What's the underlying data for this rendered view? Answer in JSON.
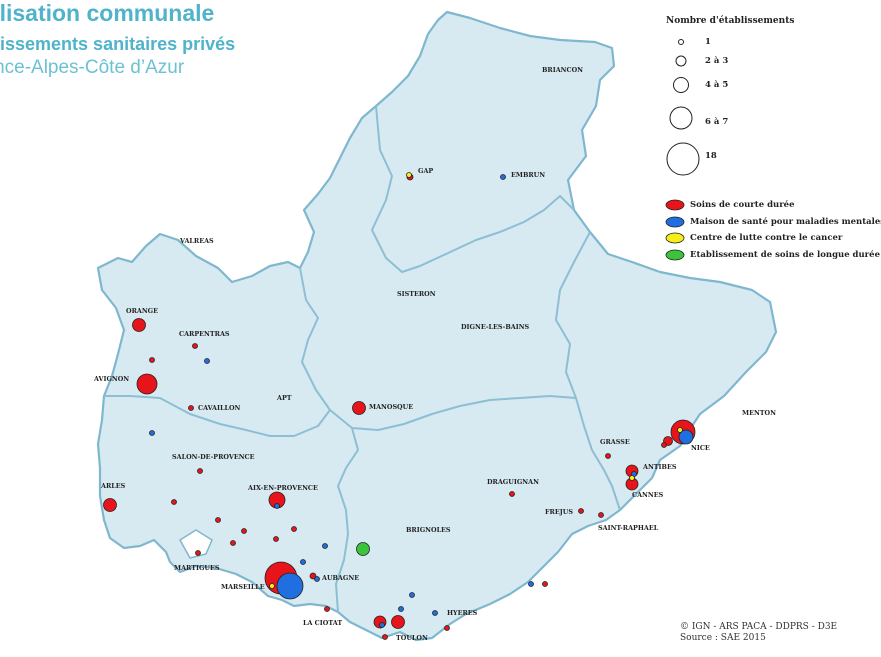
{
  "title": {
    "line1": "calisation communale",
    "line2": "ablissements sanitaires privés",
    "line3": "vence-Alpes-Côte d’Azur"
  },
  "legend": {
    "size_title": "Nombre d'établissements",
    "sizes": [
      "1",
      "2 à 3",
      "4 à 5",
      "6 à 7",
      "18"
    ],
    "categories": [
      {
        "label": "Soins de courte durée",
        "color": "#e8141c"
      },
      {
        "label": "Maison de santé pour maladies mentales",
        "color": "#1f6fe0"
      },
      {
        "label": "Centre de lutte contre le cancer",
        "color": "#f5ee1a"
      },
      {
        "label": "Etablissement de soins de longue durée",
        "color": "#3bc43b"
      }
    ]
  },
  "colors": {
    "land": "#d8eaf1",
    "border": "#7fb7cf"
  },
  "source": {
    "line1": "© IGN - ARS PACA - DDPRS - D3E",
    "line2": "Source : SAE 2015"
  },
  "cities": [
    {
      "name": "BRIANCON"
    },
    {
      "name": "GAP"
    },
    {
      "name": "EMBRUN"
    },
    {
      "name": "VALREAS"
    },
    {
      "name": "SISTERON"
    },
    {
      "name": "ORANGE"
    },
    {
      "name": "CARPENTRAS"
    },
    {
      "name": "DIGNE-LES-BAINS"
    },
    {
      "name": "AVIGNON"
    },
    {
      "name": "APT"
    },
    {
      "name": "CAVAILLON"
    },
    {
      "name": "MANOSQUE"
    },
    {
      "name": "MENTON"
    },
    {
      "name": "NICE"
    },
    {
      "name": "GRASSE"
    },
    {
      "name": "SALON-DE-PROVENCE"
    },
    {
      "name": "ANTIBES"
    },
    {
      "name": "DRAGUIGNAN"
    },
    {
      "name": "CANNES"
    },
    {
      "name": "ARLES"
    },
    {
      "name": "AIX-EN-PROVENCE"
    },
    {
      "name": "FREJUS"
    },
    {
      "name": "SAINT-RAPHAEL"
    },
    {
      "name": "BRIGNOLES"
    },
    {
      "name": "MARTIGUES"
    },
    {
      "name": "AUBAGNE"
    },
    {
      "name": "MARSEILLE"
    },
    {
      "name": "HYERES"
    },
    {
      "name": "LA CIOTAT"
    },
    {
      "name": "TOULON"
    }
  ]
}
